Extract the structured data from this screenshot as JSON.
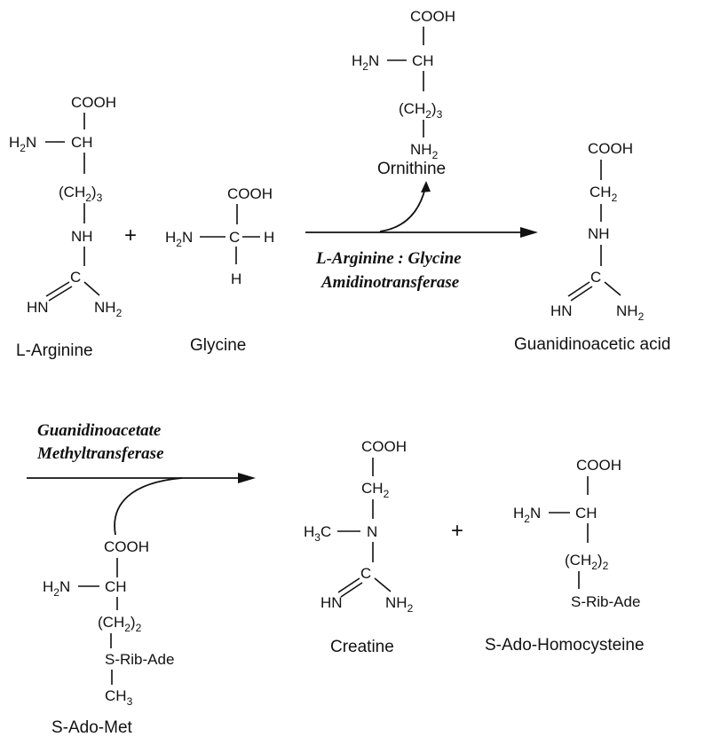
{
  "arginine": {
    "name": "L-Arginine",
    "cooh": "COOH",
    "h2n": "H",
    "h2n_sub": "2",
    "h2n_n": "N",
    "ch": "CH",
    "chain_open": "(CH",
    "chain_sub": "2",
    "chain_close": ")",
    "chain_n": "3",
    "nh": "NH",
    "c": "C",
    "hn": "HN",
    "nh2": "NH",
    "nh2_sub": "2"
  },
  "plus_1": "+",
  "glycine": {
    "name": "Glycine",
    "cooh": "COOH",
    "h2n": "H",
    "h2n_sub": "2",
    "h2n_n": "N",
    "c": "C",
    "h_right": "H",
    "h_bottom": "H"
  },
  "ornithine": {
    "name": "Ornithine",
    "cooh": "COOH",
    "h2n": "H",
    "h2n_sub": "2",
    "h2n_n": "N",
    "ch": "CH",
    "chain_open": "(CH",
    "chain_sub": "2",
    "chain_close": ")",
    "chain_n": "3",
    "nh2": "NH",
    "nh2_sub": "2"
  },
  "enzyme_1": {
    "line1": "L-Arginine : Glycine",
    "line2": "Amidinotransferase"
  },
  "guanidinoacetic_acid": {
    "name": "Guanidinoacetic acid",
    "cooh": "COOH",
    "ch2": "CH",
    "ch2_sub": "2",
    "nh": "NH",
    "c": "C",
    "hn": "HN",
    "nh2": "NH",
    "nh2_sub": "2"
  },
  "enzyme_2": {
    "line1": "Guanidinoacetate",
    "line2": "Methyltransferase"
  },
  "sadomet": {
    "name": "S-Ado-Met",
    "cooh": "COOH",
    "h2n": "H",
    "h2n_sub": "2",
    "h2n_n": "N",
    "ch": "CH",
    "chain_open": "(CH",
    "chain_sub": "2",
    "chain_close": ")",
    "chain_n": "2",
    "srib": "S-Rib-Ade",
    "ch3": "CH",
    "ch3_sub": "3"
  },
  "creatine": {
    "name": "Creatine",
    "cooh": "COOH",
    "ch2": "CH",
    "ch2_sub": "2",
    "h3c": "H",
    "h3c_sub": "3",
    "h3c_c": "C",
    "n": "N",
    "c": "C",
    "hn": "HN",
    "nh2": "NH",
    "nh2_sub": "2"
  },
  "plus_2": "+",
  "sadohcy": {
    "name": "S-Ado-Homocysteine",
    "cooh": "COOH",
    "h2n": "H",
    "h2n_sub": "2",
    "h2n_n": "N",
    "ch": "CH",
    "chain_open": "(CH",
    "chain_sub": "2",
    "chain_close": ")",
    "chain_n": "2",
    "srib": "S-Rib-Ade"
  }
}
